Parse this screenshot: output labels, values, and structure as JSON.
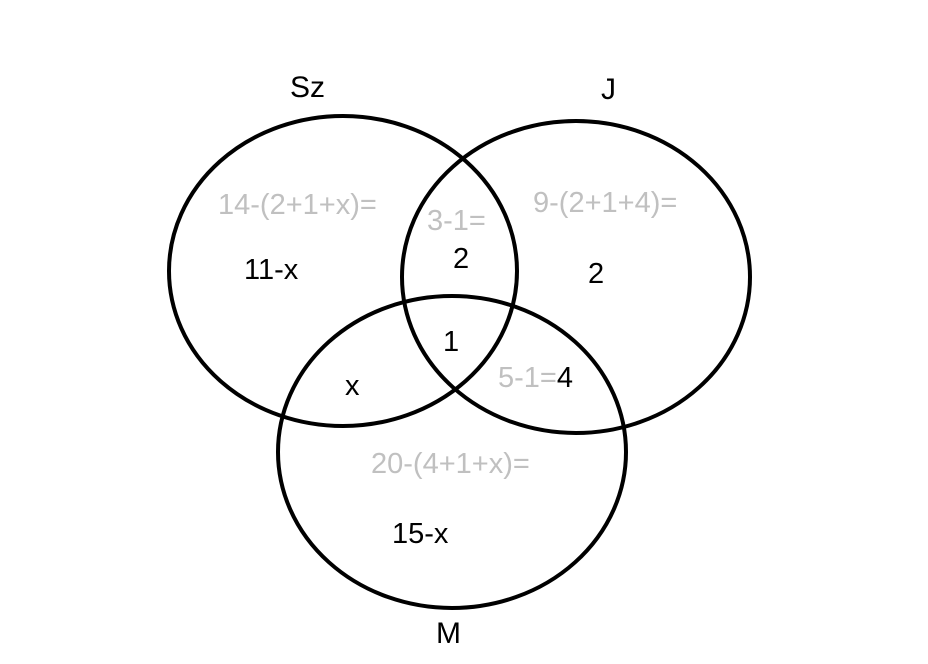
{
  "colors": {
    "stroke": "#000000",
    "formula": "#c0c0c0",
    "value": "#000000",
    "background": "#ffffff"
  },
  "sets": {
    "sz": {
      "label": "Sz"
    },
    "j": {
      "label": "J"
    },
    "m": {
      "label": "M"
    }
  },
  "regions": {
    "sz_only": {
      "formula": "14-(2+1+x)=",
      "value": "11-x"
    },
    "sz_j": {
      "formula": "3-1=",
      "value": "2"
    },
    "j_only": {
      "formula": "9-(2+1+4)=",
      "value": "2"
    },
    "all_three": {
      "value": "1"
    },
    "sz_m": {
      "value": "x"
    },
    "j_m": {
      "formula": "5-1=",
      "value": "4"
    },
    "m_only": {
      "formula": "20-(4+1+x)=",
      "value": "15-x"
    }
  }
}
